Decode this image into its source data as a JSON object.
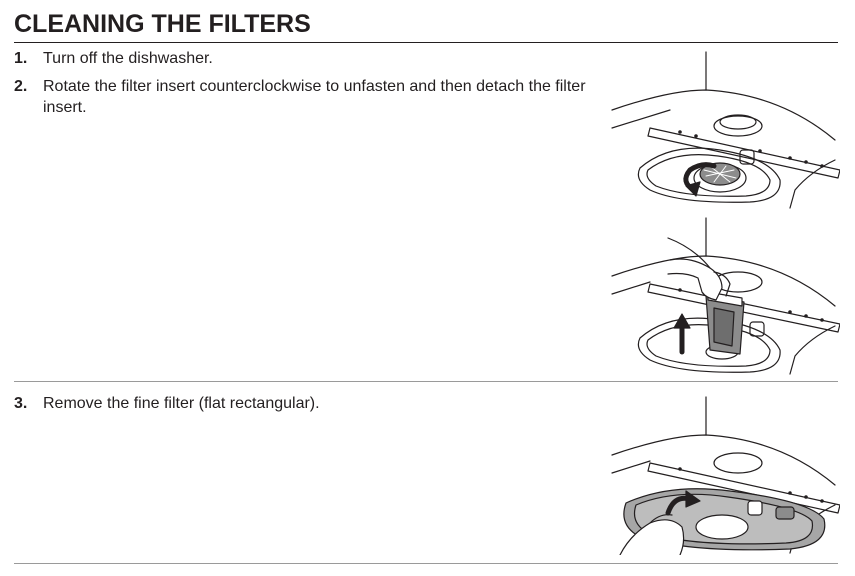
{
  "section": {
    "title": "CLEANING THE FILTERS"
  },
  "steps": [
    {
      "number": "1.",
      "text": "Turn off the dishwasher."
    },
    {
      "number": "2.",
      "text": "Rotate the filter insert counterclockwise to unfasten and then detach  the filter insert."
    },
    {
      "number": "3.",
      "text": "Remove the fine filter (flat rectangular)."
    }
  ],
  "illustrations": [
    {
      "icon": "filter-rotate-illustration"
    },
    {
      "icon": "filter-lift-illustration"
    },
    {
      "icon": "fine-filter-remove-illustration"
    }
  ],
  "colors": {
    "text": "#231f20",
    "rule": "#231f20",
    "divider": "#9a9a9a",
    "filter_gray": "#8c8c8c",
    "tray_gray": "#a6a6a6"
  }
}
